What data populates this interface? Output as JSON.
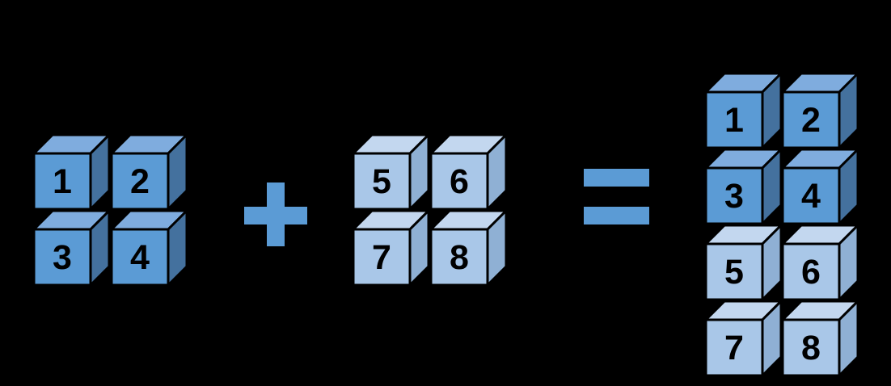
{
  "canvas": {
    "background": "#000000"
  },
  "colors": {
    "operator": "#5B9BD5",
    "outline": "#000000",
    "digit": "#000000",
    "cubes": {
      "dark": {
        "front": "#5B9BD5",
        "top": "#7FACDE",
        "side": "#44719E"
      },
      "light": {
        "front": "#A9C7E8",
        "top": "#C3D7EF",
        "side": "#8FB0D4"
      }
    }
  },
  "operators": {
    "plus_icon": "+",
    "equals_icon": "="
  },
  "groups": [
    {
      "name": "addend-a",
      "cubes": [
        {
          "label": "1",
          "variant": "dark"
        },
        {
          "label": "2",
          "variant": "dark"
        },
        {
          "label": "3",
          "variant": "dark"
        },
        {
          "label": "4",
          "variant": "dark"
        }
      ]
    },
    {
      "name": "addend-b",
      "cubes": [
        {
          "label": "5",
          "variant": "light"
        },
        {
          "label": "6",
          "variant": "light"
        },
        {
          "label": "7",
          "variant": "light"
        },
        {
          "label": "8",
          "variant": "light"
        }
      ]
    },
    {
      "name": "sum",
      "cubes": [
        {
          "label": "1",
          "variant": "dark"
        },
        {
          "label": "2",
          "variant": "dark"
        },
        {
          "label": "3",
          "variant": "dark"
        },
        {
          "label": "4",
          "variant": "dark"
        },
        {
          "label": "5",
          "variant": "light"
        },
        {
          "label": "6",
          "variant": "light"
        },
        {
          "label": "7",
          "variant": "light"
        },
        {
          "label": "8",
          "variant": "light"
        }
      ]
    }
  ]
}
